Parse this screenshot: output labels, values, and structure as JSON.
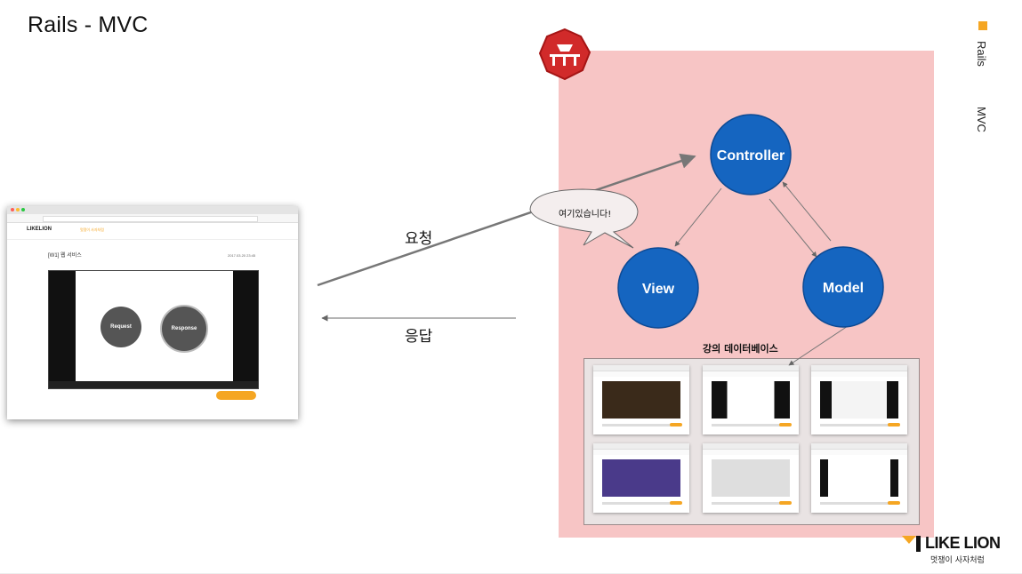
{
  "slide": {
    "title": "Rails - MVC"
  },
  "sidebar": {
    "items": [
      "Rails",
      "MVC"
    ],
    "marker_color": "#f5a623"
  },
  "diagram": {
    "panel_color": "#f7c5c5",
    "node_color": "#1565c0",
    "nodes": {
      "controller": "Controller",
      "view": "View",
      "model": "Model"
    },
    "speech_bubble": "여기있습니다!",
    "request_label": "요청",
    "response_label": "응답",
    "database_label": "강의 데이터베이스",
    "logo_icon": "rails-logo-icon"
  },
  "browser": {
    "site_logo": "LIKELION",
    "nav_link": "멋쟁이 사자처럼",
    "lecture_title": "[W1] 웹 서비스",
    "lecture_date": "2017.03.20 23:45",
    "request_bubble": "Request",
    "response_bubble": "Response"
  },
  "brand": {
    "name": "LIKE LION",
    "tagline": "멋쟁이 사자처럼"
  }
}
